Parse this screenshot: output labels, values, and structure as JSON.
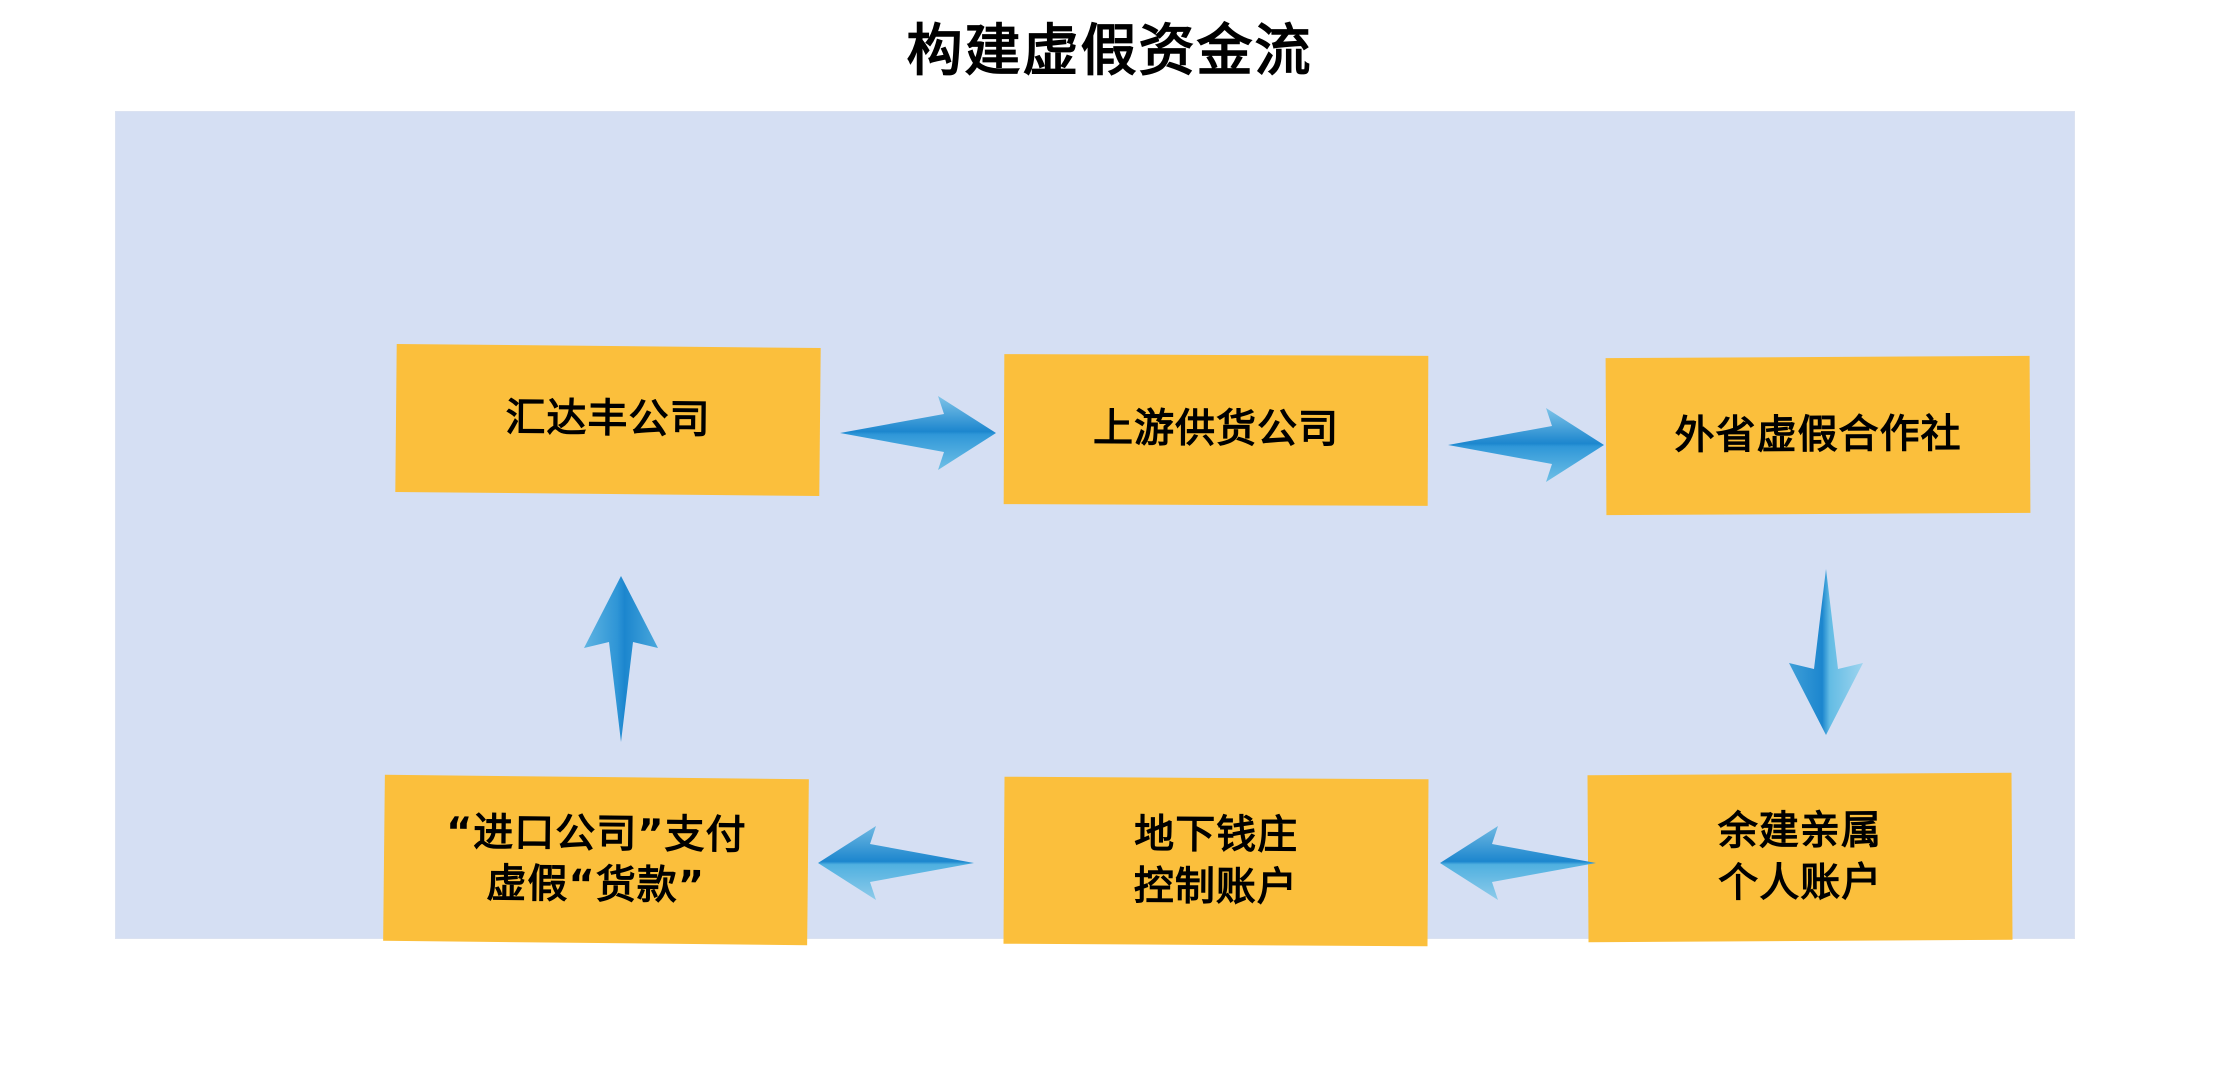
{
  "title": "构建虚假资金流",
  "colors": {
    "panel_background": "#d5dff3",
    "node_fill": "#fbbf3c",
    "node_text": "#000000",
    "arrow_light": "#7fc4e8",
    "arrow_dark": "#1c86ce",
    "page_background": "#ffffff"
  },
  "panel": {
    "nodes": [
      {
        "id": "huidafeng",
        "label": "汇达丰公司",
        "row": "top",
        "column": 1
      },
      {
        "id": "supplier",
        "label": "上游供货公司",
        "row": "top",
        "column": 2
      },
      {
        "id": "coop",
        "label": "外省虚假合作社",
        "row": "top",
        "column": 3
      },
      {
        "id": "import-pay",
        "label": "“进口公司”支付\n虚假“货款”",
        "row": "bottom",
        "column": 1
      },
      {
        "id": "underground",
        "label": "地下钱庄\n控制账户",
        "row": "bottom",
        "column": 2
      },
      {
        "id": "relatives",
        "label": "余建亲属\n个人账户",
        "row": "bottom",
        "column": 3
      }
    ],
    "arrows": [
      {
        "id": "arrow-1",
        "from": "huidafeng",
        "to": "supplier",
        "direction": "right"
      },
      {
        "id": "arrow-2",
        "from": "supplier",
        "to": "coop",
        "direction": "right"
      },
      {
        "id": "arrow-down-right",
        "from": "coop",
        "to": "relatives",
        "direction": "down"
      },
      {
        "id": "arrow-3",
        "from": "relatives",
        "to": "underground",
        "direction": "left"
      },
      {
        "id": "arrow-4",
        "from": "underground",
        "to": "import-pay",
        "direction": "left"
      },
      {
        "id": "arrow-up-left",
        "from": "import-pay",
        "to": "huidafeng",
        "direction": "up"
      }
    ]
  },
  "chart_data": {
    "type": "diagram",
    "title": "构建虚假资金流",
    "layout": "cycle-flow",
    "nodes": [
      "汇达丰公司",
      "上游供货公司",
      "外省虚假合作社",
      "余建亲属\n个人账户",
      "地下钱庄\n控制账户",
      "“进口公司”支付\n虚假“货款”"
    ],
    "edges": [
      [
        "汇达丰公司",
        "上游供货公司"
      ],
      [
        "上游供货公司",
        "外省虚假合作社"
      ],
      [
        "外省虚假合作社",
        "余建亲属个人账户"
      ],
      [
        "余建亲属个人账户",
        "地下钱庄控制账户"
      ],
      [
        "地下钱庄控制账户",
        "“进口公司”支付虚假“货款”"
      ],
      [
        "“进口公司”支付虚假“货款”",
        "汇达丰公司"
      ]
    ]
  }
}
